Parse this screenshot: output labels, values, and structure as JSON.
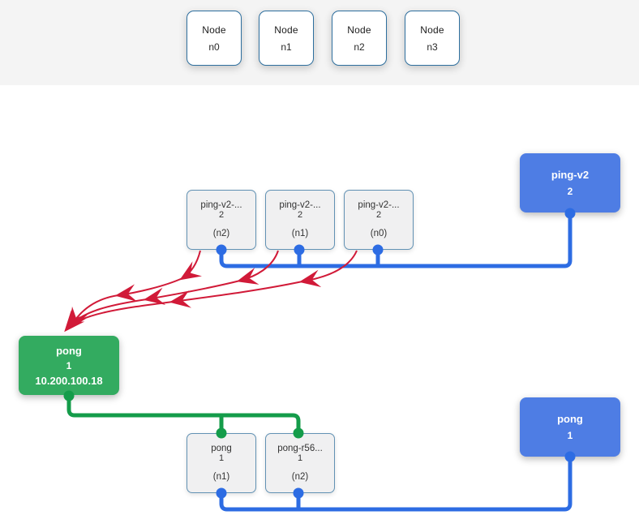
{
  "colors": {
    "topbar_bg": "#f4f4f4",
    "deployment_blue": "#4e7de4",
    "line_blue": "#2d6ce3",
    "service_green": "#33ab60",
    "line_green": "#149c4a",
    "arrow_red": "#d11a38",
    "pod_fill": "#f0f0f1",
    "pod_border": "#6292b4",
    "node_border": "#2e6f9e"
  },
  "node_bar": {
    "nodes": [
      {
        "type": "Node",
        "name": "n0"
      },
      {
        "type": "Node",
        "name": "n1"
      },
      {
        "type": "Node",
        "name": "n2"
      },
      {
        "type": "Node",
        "name": "n3"
      }
    ]
  },
  "deployments": {
    "ping_v2": {
      "name": "ping-v2",
      "replicas": "2"
    },
    "pong": {
      "name": "pong",
      "replicas": "1"
    }
  },
  "service": {
    "name": "pong",
    "count": "1",
    "ip": "10.200.100.18"
  },
  "pods": {
    "ping": [
      {
        "name": "ping-v2-...",
        "count": "2",
        "node": "(n2)"
      },
      {
        "name": "ping-v2-...",
        "count": "2",
        "node": "(n1)"
      },
      {
        "name": "ping-v2-...",
        "count": "2",
        "node": "(n0)"
      }
    ],
    "pong": [
      {
        "name": "pong",
        "count": "1",
        "node": "(n1)"
      },
      {
        "name": "pong-r56...",
        "count": "1",
        "node": "(n2)"
      }
    ]
  }
}
